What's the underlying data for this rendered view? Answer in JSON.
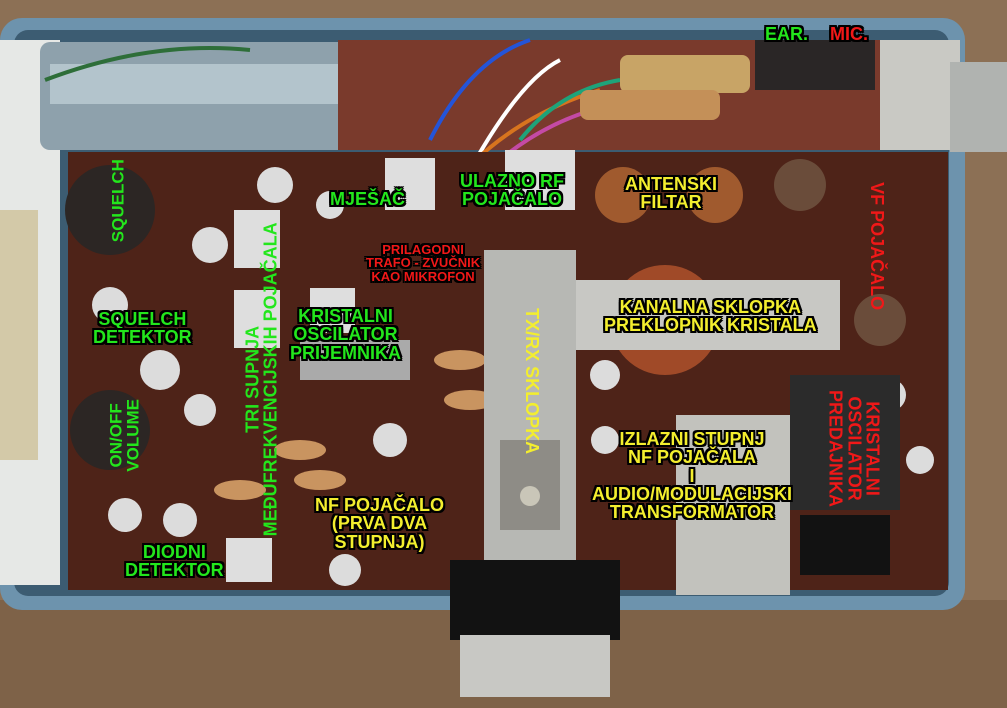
{
  "labels": {
    "squelch": "SQUELCH",
    "squelch_detektor": [
      "SQUELCH",
      "DETEKTOR"
    ],
    "on_off_volume": [
      "ON/OFF",
      "VOLUME"
    ],
    "diodni_detektor": [
      "DIODNI",
      "DETEKTOR"
    ],
    "medufrekvencijski": [
      "TRI SUPNJA",
      "MEĐUFREKVENCIJSKIH POJAČALA"
    ],
    "mjesac": "MJEŠAČ",
    "kristalni_oscilator_prijemnika": [
      "KRISTALNI",
      "OSCILATOR",
      "PRIJEMNIKA"
    ],
    "ulazno_rf": [
      "ULAZNO RF",
      "POJAČALO"
    ],
    "prilagodni_trafo": [
      "PRILAGODNI",
      "TRAFO - ZVUČNIK",
      "KAO MIKROFON"
    ],
    "nf_pojacalo": [
      "NF POJAČALO",
      "(PRVA DVA",
      "STUPNJA)"
    ],
    "tx_rx_sklopka": "TX/RX SKLOPKA",
    "antenski_filtar": [
      "ANTENSKI",
      "FILTAR"
    ],
    "kanalna_sklopka": [
      "KANALNA SKLOPKA",
      "PREKLOPNIK KRISTALA"
    ],
    "izlazni_stupanj": [
      "IZLAZNI STUPNJ",
      "NF POJAČALA",
      "I",
      "AUDIO/MODULACIJSKI",
      "TRANSFORMATOR"
    ],
    "vf_pojacalo": "VF POJAČALO",
    "kristalni_oscilator_predajnika": [
      "KRISTALNI",
      "OSCILATOR",
      "PREDAJNIKA"
    ],
    "ear": "EAR.",
    "mic": "MIC."
  },
  "colors": {
    "green_label": "#23e61c",
    "yellow_label": "#f3ee2e",
    "red_label": "#f01818",
    "pcb": "#4e2318",
    "case": "#6f94ab"
  }
}
